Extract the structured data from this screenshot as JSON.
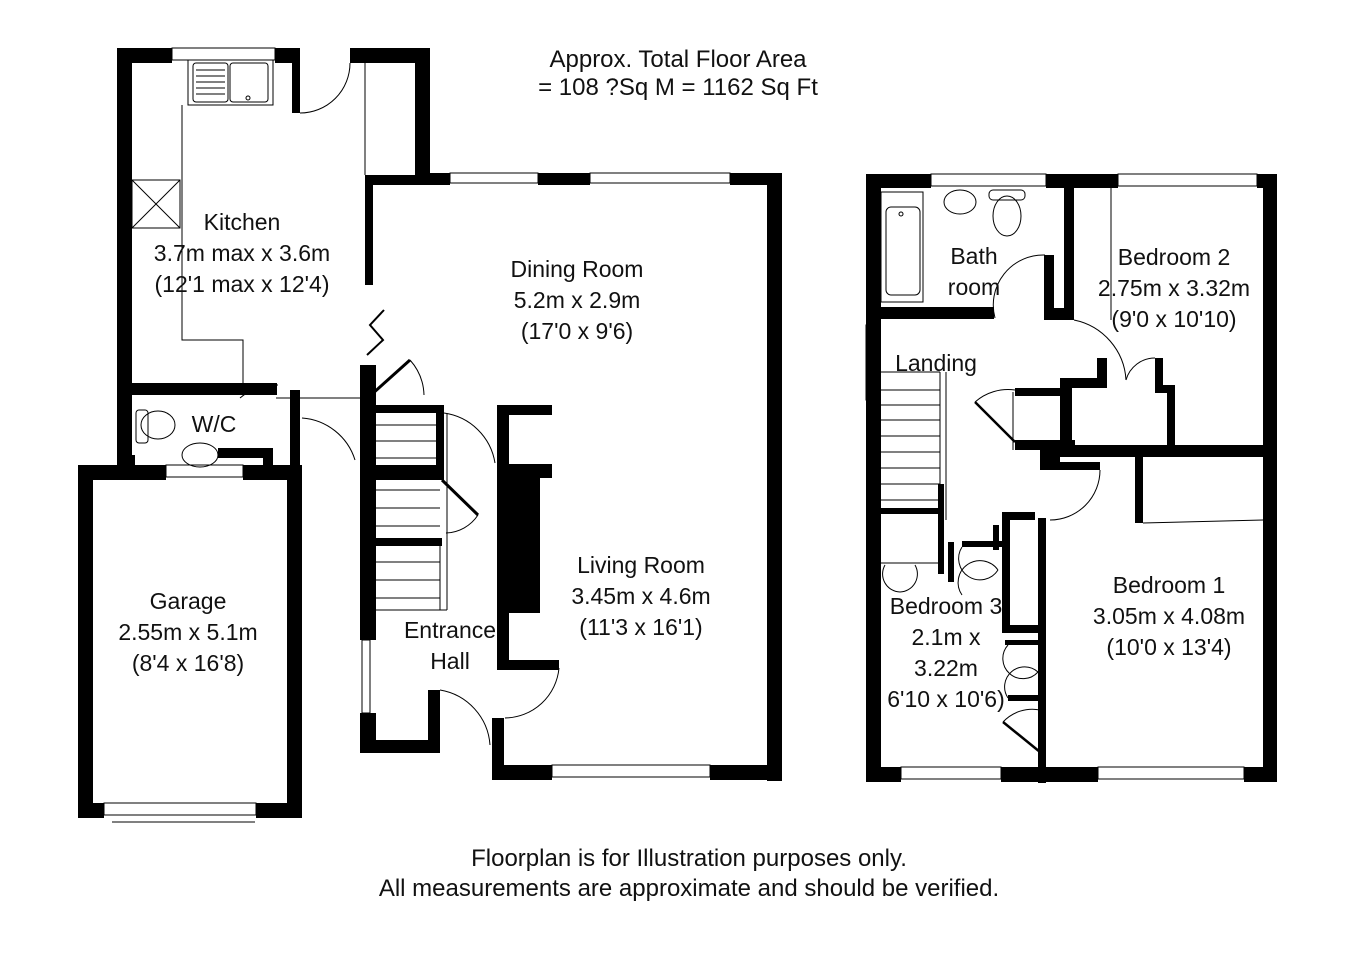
{
  "header": {
    "line1": "Approx. Total Floor Area",
    "line2": "= 108 ?Sq M = 1162 Sq Ft"
  },
  "footer": {
    "line1": "Floorplan is for Illustration purposes only.",
    "line2": "All measurements are approximate and should be verified."
  },
  "colors": {
    "wall": "#000000",
    "fixture_line": "#333333",
    "background": "#ffffff"
  },
  "ground_floor": {
    "rooms": [
      {
        "id": "kitchen",
        "name": "Kitchen",
        "metric": "3.7m max x 3.6m",
        "imperial": "(12'1 max x 12'4)"
      },
      {
        "id": "wc",
        "name": "W/C"
      },
      {
        "id": "garage",
        "name": "Garage",
        "metric": "2.55m x 5.1m",
        "imperial": "(8'4 x 16'8)"
      },
      {
        "id": "dining",
        "name": "Dining Room",
        "metric": "5.2m x 2.9m",
        "imperial": "(17'0 x 9'6)"
      },
      {
        "id": "living",
        "name": "Living Room",
        "metric": "3.45m x 4.6m",
        "imperial": "(11'3 x 16'1)"
      },
      {
        "id": "hall",
        "name": "Entrance",
        "name2": "Hall"
      }
    ]
  },
  "first_floor": {
    "rooms": [
      {
        "id": "bath",
        "name": "Bath",
        "name2": "room"
      },
      {
        "id": "bed2",
        "name": "Bedroom 2",
        "metric": "2.75m x 3.32m",
        "imperial": "(9'0 x 10'10)"
      },
      {
        "id": "landing",
        "name": "Landing"
      },
      {
        "id": "bed3",
        "name": "Bedroom 3",
        "metric": "2.1m x",
        "metric2": "3.22m",
        "imperial": "6'10 x 10'6)"
      },
      {
        "id": "bed1",
        "name": "Bedroom 1",
        "metric": "3.05m x 4.08m",
        "imperial": "(10'0 x 13'4)"
      }
    ]
  }
}
